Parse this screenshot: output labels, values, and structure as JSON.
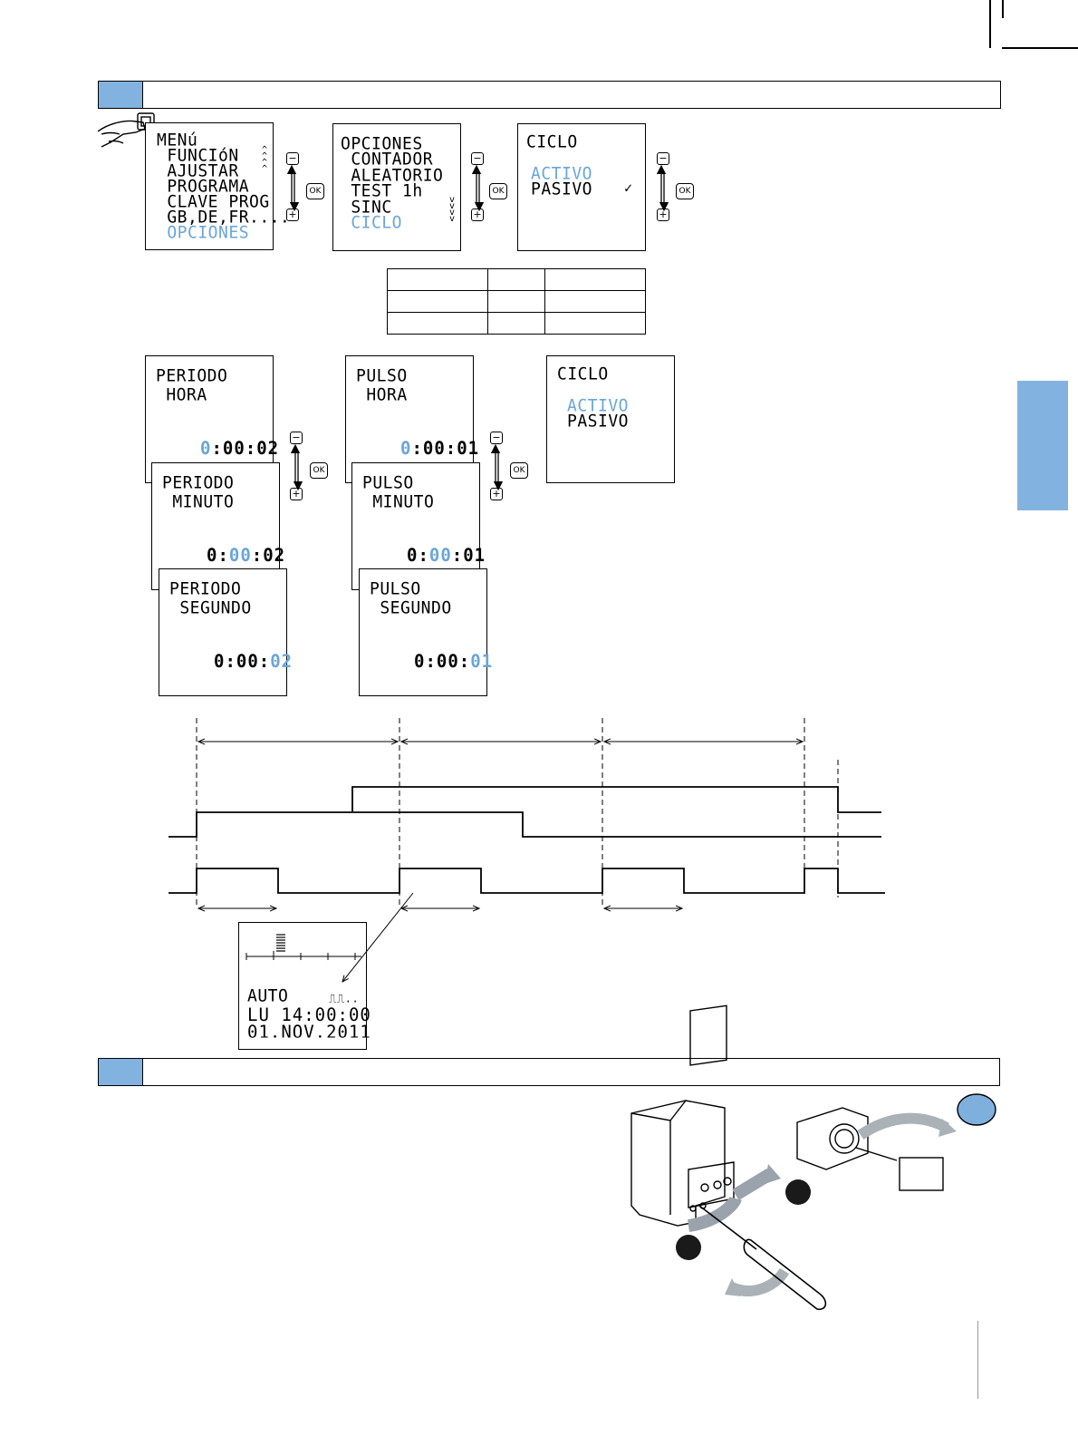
{
  "colors": {
    "accent": "#82b3e0",
    "highlight": "#6aa5d9"
  },
  "menu_screen": {
    "lines": [
      "MENú",
      " FUNCIóN",
      " AJUSTAR",
      " PROGRAMA",
      " CLAVE PROG",
      " GB,DE,FR....",
      " OPCIONES"
    ],
    "scroll_icon": "up-arrows-icon"
  },
  "opciones_screen": {
    "lines": [
      "OPCIONES",
      " CONTADOR",
      " ALEATORIO",
      " TEST 1h",
      " SINC",
      " CICLO"
    ],
    "scroll_icon": "down-arrows-icon"
  },
  "ciclo_screen_1": {
    "title": "CICLO",
    "active": "ACTIVO",
    "passive": "PASIVO",
    "check": "✓"
  },
  "ciclo_screen_2": {
    "title": "CICLO",
    "active": "ACTIVO",
    "passive": "PASIVO"
  },
  "periodo": {
    "hora": {
      "line1": "PERIODO",
      "line2": " HORA",
      "value_pre": "",
      "value_hl": "0",
      "value_post": ":00:02"
    },
    "minuto": {
      "line1": "PERIODO",
      "line2": " MINUTO",
      "value_pre": "0:",
      "value_hl": "00",
      "value_post": ":02"
    },
    "segundo": {
      "line1": "PERIODO",
      "line2": " SEGUNDO",
      "value_pre": "0:00:",
      "value_hl": "02",
      "value_post": ""
    }
  },
  "pulso": {
    "hora": {
      "line1": "PULSO",
      "line2": " HORA",
      "value_pre": "",
      "value_hl": "0",
      "value_post": ":00:01"
    },
    "minuto": {
      "line1": "PULSO",
      "line2": " MINUTO",
      "value_pre": "0:",
      "value_hl": "00",
      "value_post": ":01"
    },
    "segundo": {
      "line1": "PULSO",
      "line2": " SEGUNDO",
      "value_pre": "0:00:",
      "value_hl": "01",
      "value_post": ""
    }
  },
  "nav_controls": {
    "minus": "−",
    "plus": "+",
    "ok": "OK"
  },
  "status_screen": {
    "mode": "AUTO",
    "pulse_symbol": "⎍⎍..",
    "time": "LU 14:00:00",
    "date": "01.NOV.2011"
  }
}
